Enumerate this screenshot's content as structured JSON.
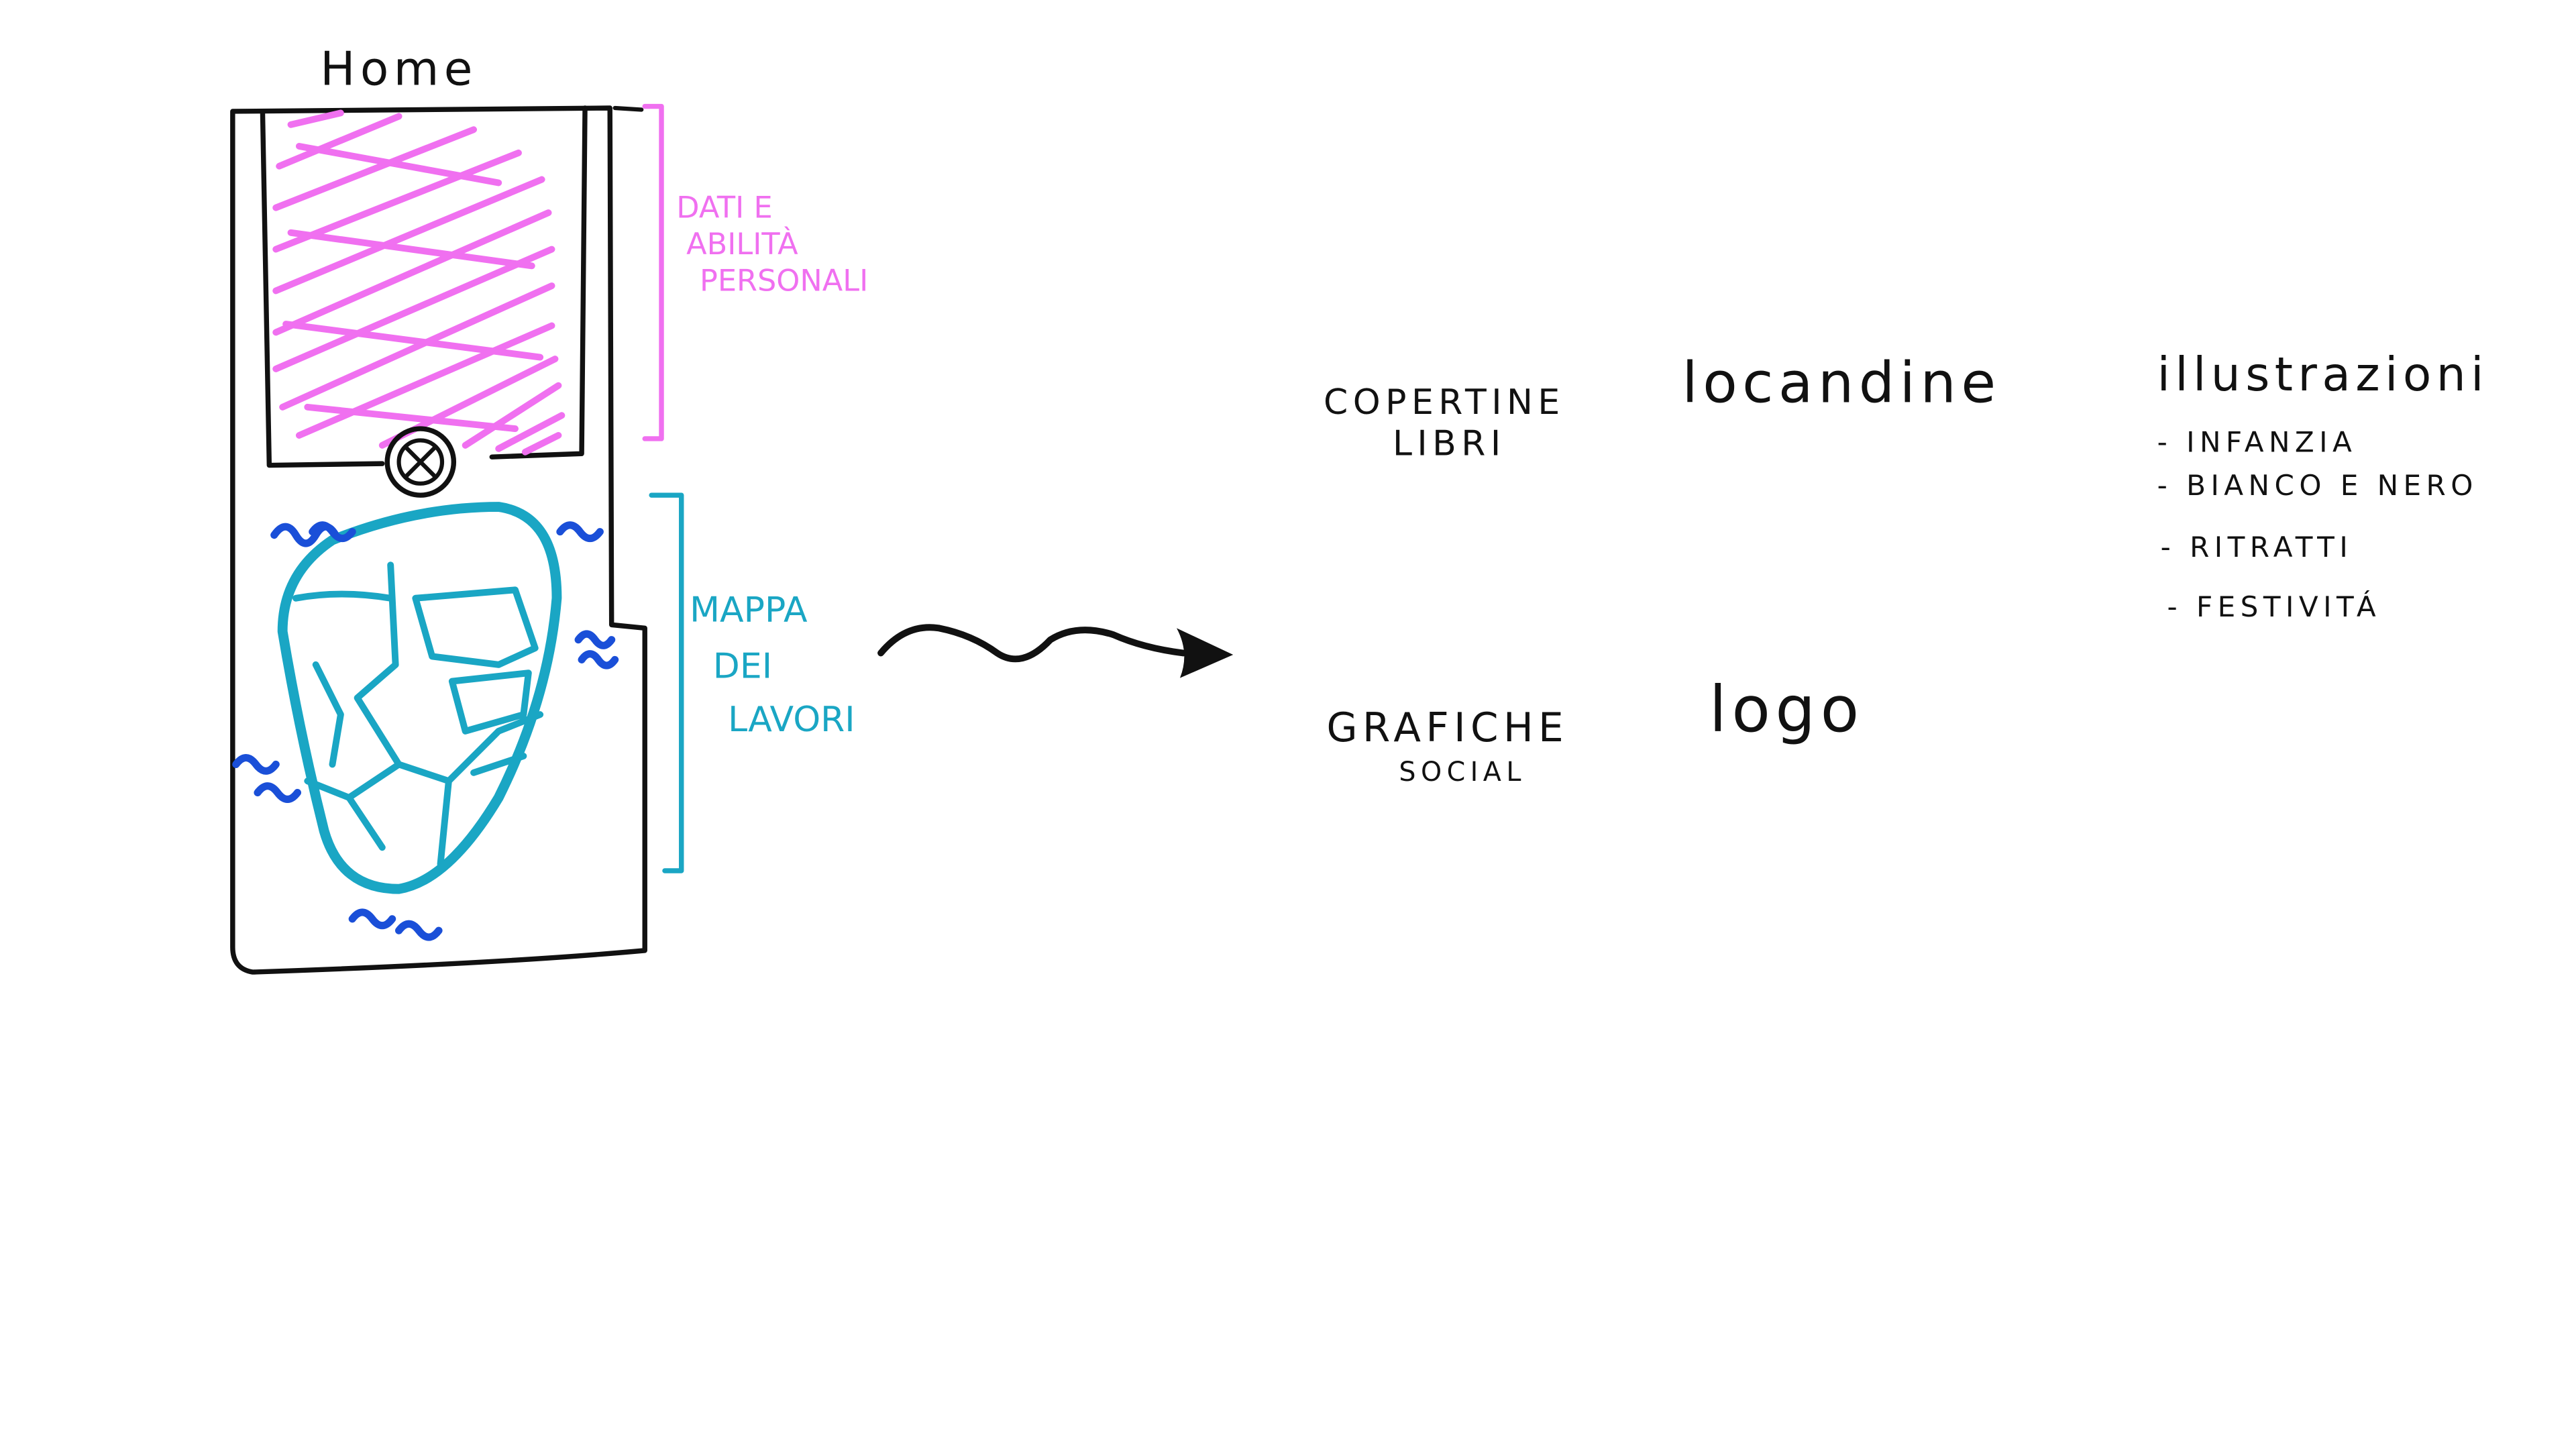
{
  "colors": {
    "ink": "#111111",
    "pink_accent": "#f070f0",
    "teal_accent": "#1aa6c4",
    "blue_accent": "#1a4fd8"
  },
  "phone": {
    "title": "Home",
    "header_note": [
      "DATI E",
      "ABILITÀ",
      "PERSONALI"
    ],
    "map_note": [
      "MAPPA",
      "DEI",
      "LAVORI"
    ],
    "center_icon": "circle-x-icon",
    "map_icon": "map-icon"
  },
  "arrow_icon": "wavy-arrow-icon",
  "categories": {
    "copertine": [
      "COPERTINE",
      "LIBRI"
    ],
    "locandine": "locandine",
    "illustrazioni": {
      "title": "illustrazioni",
      "items": [
        "- INFANZIA",
        "- BIANCO E NERO",
        "- RITRATTI",
        "- FESTIVITÁ"
      ]
    },
    "grafiche": [
      "GRAFICHE",
      "SOCIAL"
    ],
    "logo": "logo"
  }
}
